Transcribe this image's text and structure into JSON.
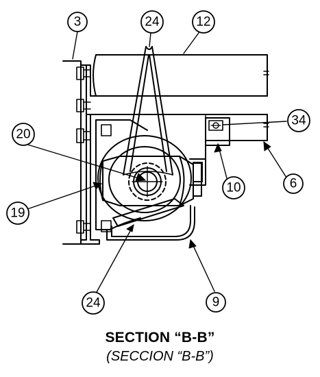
{
  "title": "SECTION “B-B”",
  "subtitle": "(SECCION “B-B”)",
  "callouts": {
    "c3": "3",
    "c24_top": "24",
    "c12": "12",
    "c34": "34",
    "c20": "20",
    "c10": "10",
    "c6": "6",
    "c19": "19",
    "c24_bottom": "24",
    "c9": "9"
  }
}
